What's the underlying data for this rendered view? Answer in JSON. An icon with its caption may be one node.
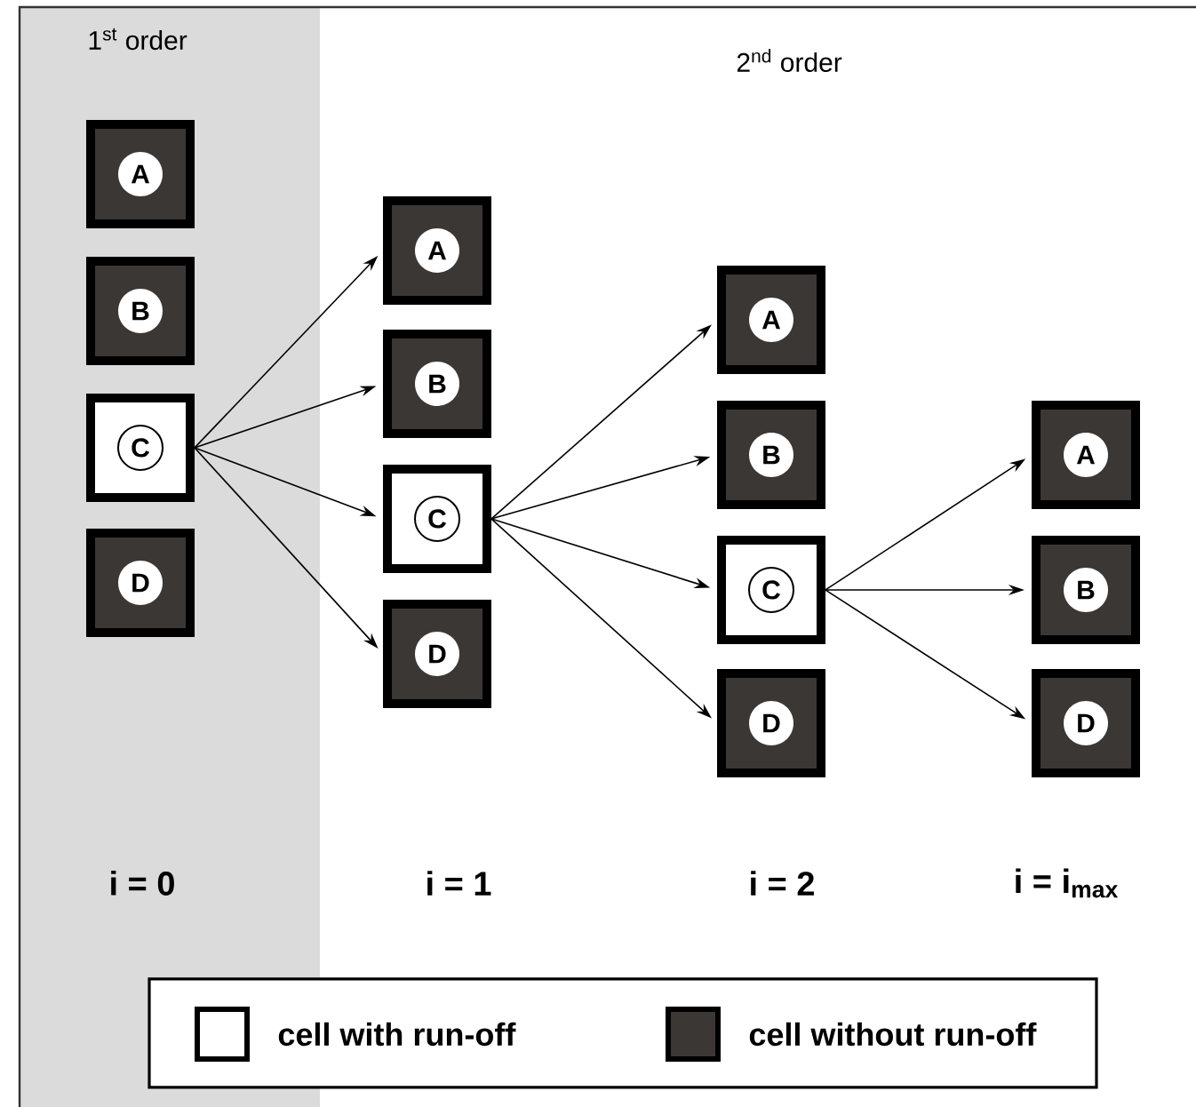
{
  "diagram": {
    "nodes": [
      {
        "text": [
          "A"
        ]
      },
      {
        "text": [
          "B"
        ]
      },
      {
        "text": [
          "C"
        ]
      },
      {
        "text": [
          "D"
        ]
      },
      {
        "text": [
          "A"
        ]
      },
      {
        "text": [
          "B"
        ]
      },
      {
        "text": [
          "C"
        ]
      },
      {
        "text": [
          "D"
        ]
      },
      {
        "text": [
          "A"
        ]
      },
      {
        "text": [
          "B"
        ]
      },
      {
        "text": [
          "C"
        ]
      },
      {
        "text": [
          "D"
        ]
      },
      {
        "text": [
          "A"
        ]
      },
      {
        "text": [
          "B"
        ]
      },
      {
        "text": [
          "D"
        ]
      }
    ],
    "edges": [
      {
        "from": 2,
        "to": 4,
        "arrow": "to"
      },
      {
        "from": 2,
        "to": 5,
        "arrow": "to"
      },
      {
        "from": 2,
        "to": 6,
        "arrow": "to"
      },
      {
        "from": 2,
        "to": 7,
        "arrow": "to"
      },
      {
        "from": 6,
        "to": 8,
        "arrow": "to"
      },
      {
        "from": 6,
        "to": 9,
        "arrow": "to"
      },
      {
        "from": 6,
        "to": 10,
        "arrow": "to"
      },
      {
        "from": 6,
        "to": 11,
        "arrow": "to"
      },
      {
        "from": 10,
        "to": 12,
        "arrow": "to"
      },
      {
        "from": 10,
        "to": 13,
        "arrow": "to"
      },
      {
        "from": 10,
        "to": 14,
        "arrow": "to"
      }
    ],
    "labels": [
      "1$^{st}$ order",
      "2$^{nd}$ order",
      "i = 0",
      "i = 1",
      "i = 2",
      "i = i$_{max}$"
    ],
    "legend": [
      {
        "text": "cell with run-off"
      },
      {
        "text": "cell without run-off",
        "color": "#3b3734"
      }
    ]
  }
}
